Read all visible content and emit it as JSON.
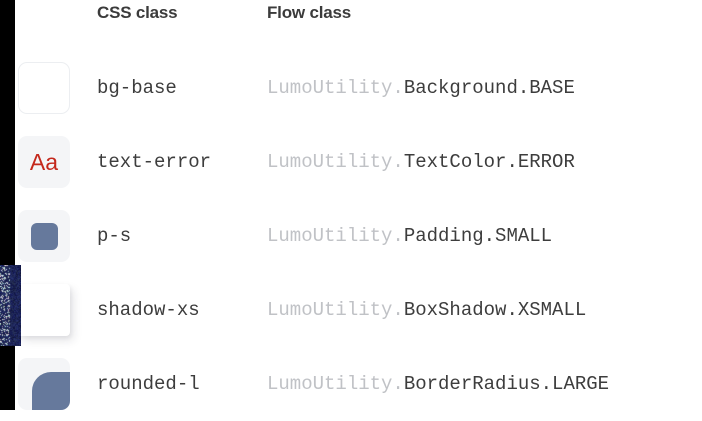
{
  "table": {
    "headers": {
      "css_class": "CSS class",
      "flow_class": "Flow class"
    },
    "flow_prefix": "LumoUtility.",
    "rows": [
      {
        "css_class": "bg-base",
        "flow_class": "Background.BASE",
        "preview": "white-rounded-square-swatch",
        "preview_text": ""
      },
      {
        "css_class": "text-error",
        "flow_class": "TextColor.ERROR",
        "preview": "error-text-swatch",
        "preview_text": "Aa"
      },
      {
        "css_class": "p-s",
        "flow_class": "Padding.SMALL",
        "preview": "padding-small-swatch",
        "preview_text": ""
      },
      {
        "css_class": "shadow-xs",
        "flow_class": "BoxShadow.XSMALL",
        "preview": "box-shadow-xsmall-swatch",
        "preview_text": ""
      },
      {
        "css_class": "rounded-l",
        "flow_class": "BorderRadius.LARGE",
        "preview": "border-radius-large-swatch",
        "preview_text": ""
      }
    ]
  },
  "colors": {
    "error_text": "#c4281c",
    "swatch_accent": "#66799c",
    "swatch_background": "#f4f5f7",
    "heading_text": "#3b3b3b",
    "body_text": "#3d3d3d",
    "muted_prefix_text": "#c0c2c6",
    "page_background": "#ffffff",
    "left_bar": "#000000"
  }
}
